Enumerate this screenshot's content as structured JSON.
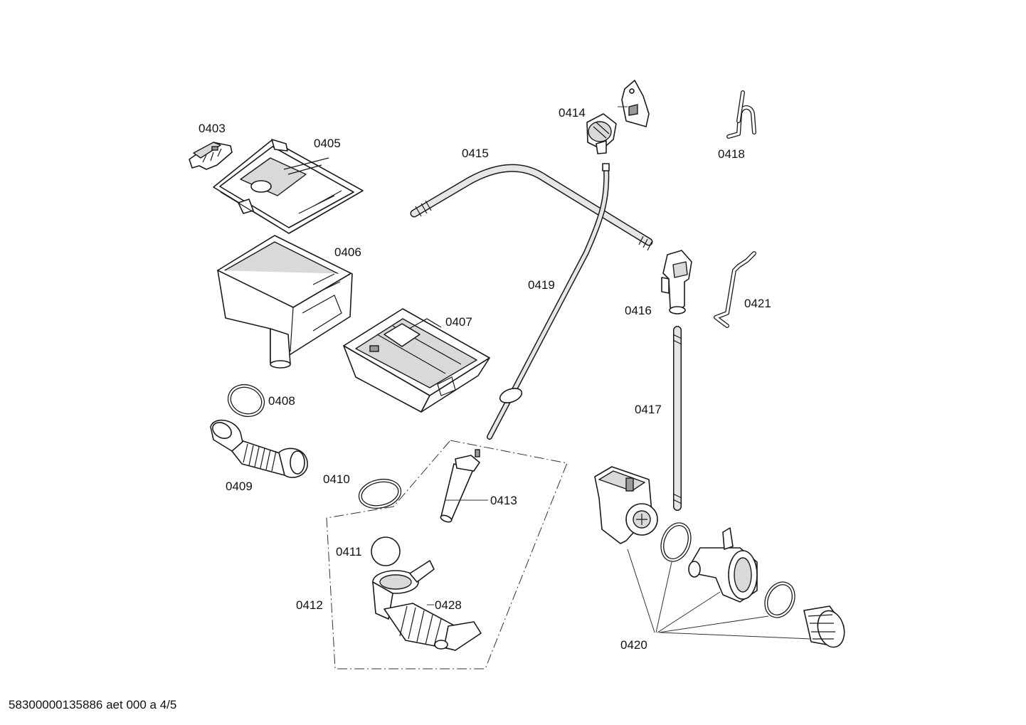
{
  "parts": {
    "p0403": "0403",
    "p0405": "0405",
    "p0406": "0406",
    "p0407": "0407",
    "p0408": "0408",
    "p0409": "0409",
    "p0410": "0410",
    "p0411": "0411",
    "p0412": "0412",
    "p0413": "0413",
    "p0414": "0414",
    "p0415": "0415",
    "p0416": "0416",
    "p0417": "0417",
    "p0418": "0418",
    "p0419": "0419",
    "p0420": "0420",
    "p0421": "0421",
    "p0428": "0428"
  },
  "footer": {
    "document_id": "58300000135886 aet 000 a 4/5"
  }
}
